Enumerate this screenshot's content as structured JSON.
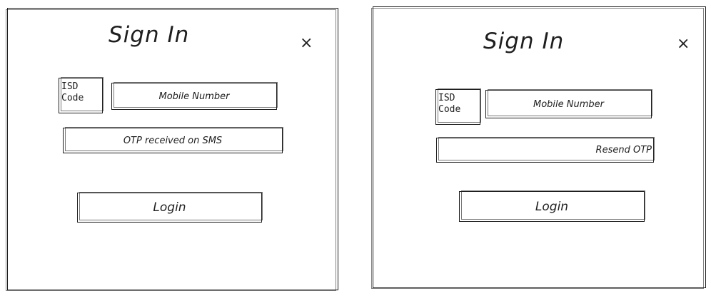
{
  "screen_a": {
    "title": "Sign In",
    "close_glyph": "×",
    "isd_line1": "ISD",
    "isd_line2": "Code",
    "mobile_placeholder": "Mobile Number",
    "otp_placeholder": "OTP received on SMS",
    "login_label": "Login"
  },
  "screen_b": {
    "title": "Sign In",
    "close_glyph": "×",
    "isd_line1": "ISD",
    "isd_line2": "Code",
    "mobile_placeholder": "Mobile Number",
    "resend_label": "Resend OTP",
    "login_label": "Login"
  },
  "colors": {
    "stroke": "#1e1e1e",
    "background": "#ffffff"
  }
}
